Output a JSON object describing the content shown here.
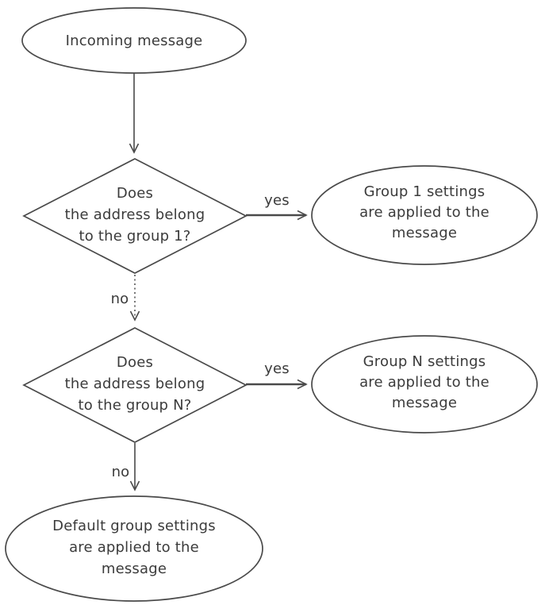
{
  "diagram": {
    "background": "#ffffff",
    "stroke_color": "#4a4a4a",
    "text_color": "#3b3b3b",
    "nodes": {
      "start": {
        "shape": "ellipse",
        "lines": [
          "Incoming message"
        ]
      },
      "decision_group_1": {
        "shape": "diamond",
        "lines": [
          "Does",
          "the address belong",
          "to the group 1?"
        ]
      },
      "group_1_settings": {
        "shape": "ellipse",
        "lines": [
          "Group 1 settings",
          "are applied to the",
          "message"
        ]
      },
      "decision_group_n": {
        "shape": "diamond",
        "lines": [
          "Does",
          "the address belong",
          "to the group N?"
        ]
      },
      "group_n_settings": {
        "shape": "ellipse",
        "lines": [
          "Group N settings",
          "are applied to the",
          "message"
        ]
      },
      "default_group_settings": {
        "shape": "ellipse",
        "lines": [
          "Default group settings",
          "are applied to the",
          "message"
        ]
      }
    },
    "edge_labels": {
      "yes1": "yes",
      "no1": "no",
      "yes2": "yes",
      "no2": "no"
    }
  }
}
